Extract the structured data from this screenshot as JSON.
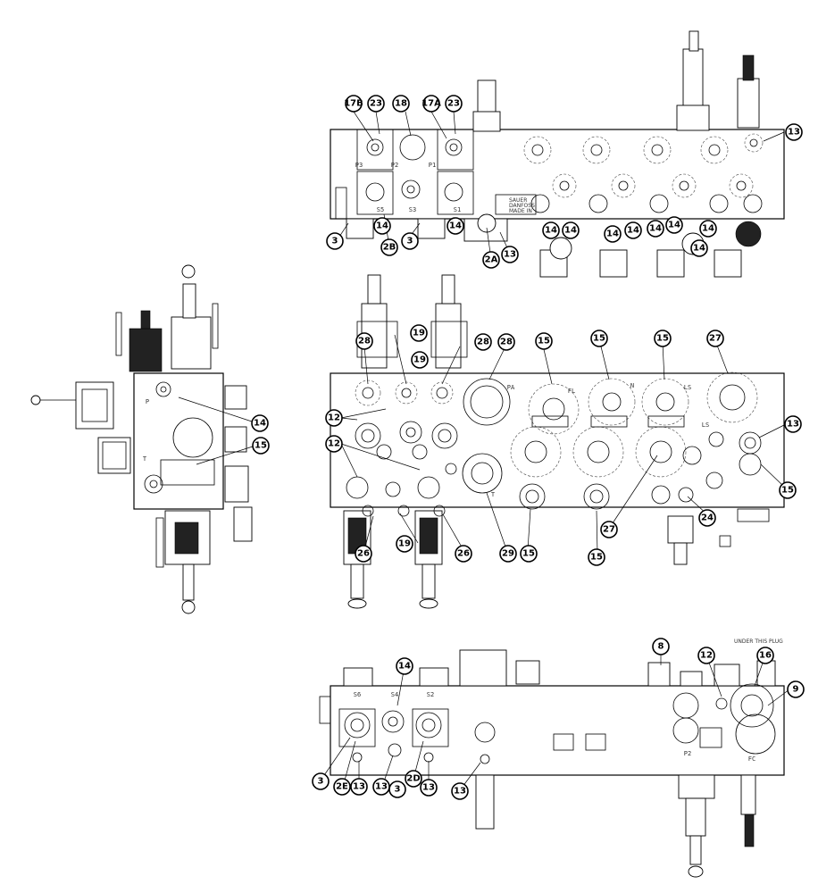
{
  "views": {
    "top": {
      "callouts": [
        "17B",
        "23",
        "18",
        "17A",
        "23",
        "13",
        "3",
        "2B",
        "3",
        "14",
        "14",
        "2A",
        "13",
        "14",
        "14",
        "14",
        "14",
        "14",
        "14",
        "14",
        "14"
      ],
      "port_labels": [
        "P3",
        "P2",
        "P1",
        "S5",
        "S3",
        "S1"
      ],
      "plate_text": [
        "SAUER",
        "DANFOSS",
        "MADE IN"
      ]
    },
    "middle": {
      "callouts": [
        "28",
        "19",
        "28",
        "28",
        "15",
        "15",
        "15",
        "27",
        "19",
        "12",
        "12",
        "13",
        "15",
        "24",
        "27",
        "26",
        "19",
        "26",
        "29",
        "15",
        "15"
      ],
      "port_labels": [
        "PA",
        "FL",
        "N",
        "LS",
        "LS",
        "T"
      ]
    },
    "side": {
      "callouts": [
        "14",
        "15"
      ],
      "port_labels": [
        "P",
        "T"
      ]
    },
    "bottom": {
      "callouts": [
        "14",
        "8",
        "12",
        "16",
        "9",
        "3",
        "2E",
        "13",
        "13",
        "2D",
        "3",
        "13",
        "13"
      ],
      "port_labels": [
        "S6",
        "S4",
        "S2",
        "P2",
        "FC"
      ],
      "note": "UNDER THIS PLUG"
    }
  }
}
